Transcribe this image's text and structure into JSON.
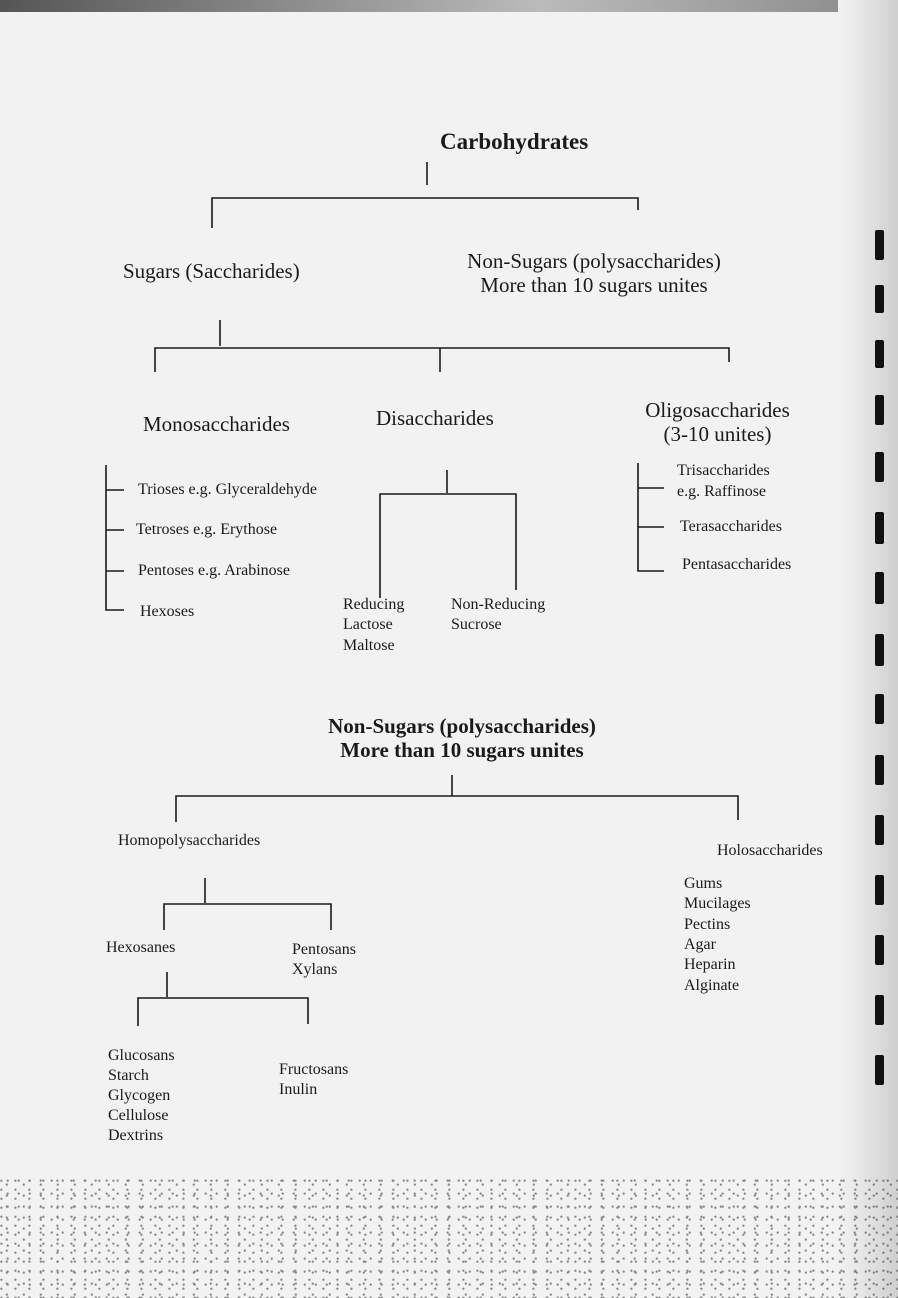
{
  "title": "Carbohydrates",
  "sugars": "Sugars (Saccharides)",
  "nonsugars_top": [
    "Non-Sugars (polysaccharides)",
    "More than 10 sugars unites"
  ],
  "mono": {
    "label": "Monosaccharides",
    "items": [
      "Trioses e.g. Glyceraldehyde",
      "Tetroses e.g. Erythose",
      "Pentoses e.g. Arabinose",
      "Hexoses"
    ]
  },
  "di": {
    "label": "Disaccharides",
    "reducing": [
      "Reducing",
      "Lactose",
      "Maltose"
    ],
    "nonreducing": [
      "Non-Reducing",
      "Sucrose"
    ]
  },
  "oligo": {
    "label": [
      "Oligosaccharides",
      "(3-10 unites)"
    ],
    "items": [
      "Trisaccharides",
      "e.g. Raffinose",
      "Terasaccharides",
      "Pentasaccharides"
    ]
  },
  "poly_heading": [
    "Non-Sugars (polysaccharides)",
    "More than 10 sugars unites"
  ],
  "homo": "Homopolysaccharides",
  "holo": {
    "label": "Holosaccharides",
    "items": [
      "Gums",
      "Mucilages",
      "Pectins",
      "Agar",
      "Heparin",
      "Alginate"
    ]
  },
  "hexosanes": "Hexosanes",
  "pentosans": [
    "Pentosans",
    "Xylans"
  ],
  "glucosans": [
    "Glucosans",
    "Starch",
    "Glycogen",
    "Cellulose",
    "Dextrins"
  ],
  "fructosans": [
    "Fructosans",
    "Inulin"
  ]
}
